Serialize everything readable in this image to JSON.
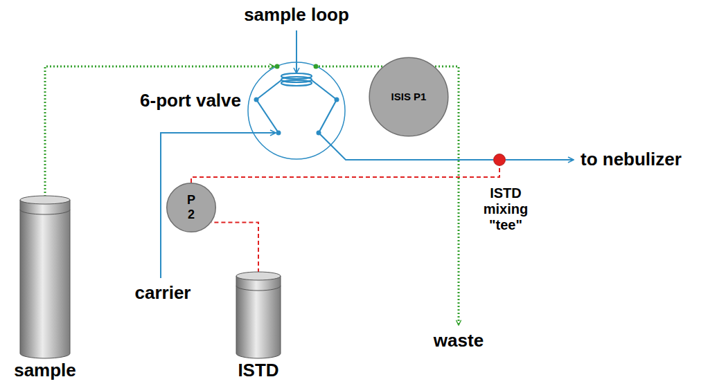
{
  "diagram": {
    "nodes": [
      {
        "text": [
          "6-port valve"
        ]
      },
      {
        "text": [
          "ISIS P1"
        ]
      },
      {
        "text": [
          "P 2"
        ]
      },
      {
        "text": [
          "sample"
        ]
      },
      {
        "text": [
          "ISTD"
        ]
      },
      {
        "text": [
          "ISTD mixing \"tee\""
        ]
      }
    ],
    "edges": [
      {
        "from": 3,
        "to": 0,
        "arrow": "to"
      },
      {
        "from": 0,
        "to": 1,
        "arrow": "none"
      },
      {
        "from": 4,
        "to": 2,
        "arrow": "none"
      },
      {
        "from": 2,
        "to": 5,
        "arrow": "none"
      },
      {
        "from": 0,
        "to": 5,
        "arrow": "none"
      }
    ],
    "labels": [
      "sample loop",
      "to nebulizer",
      "carrier",
      "waste"
    ]
  }
}
